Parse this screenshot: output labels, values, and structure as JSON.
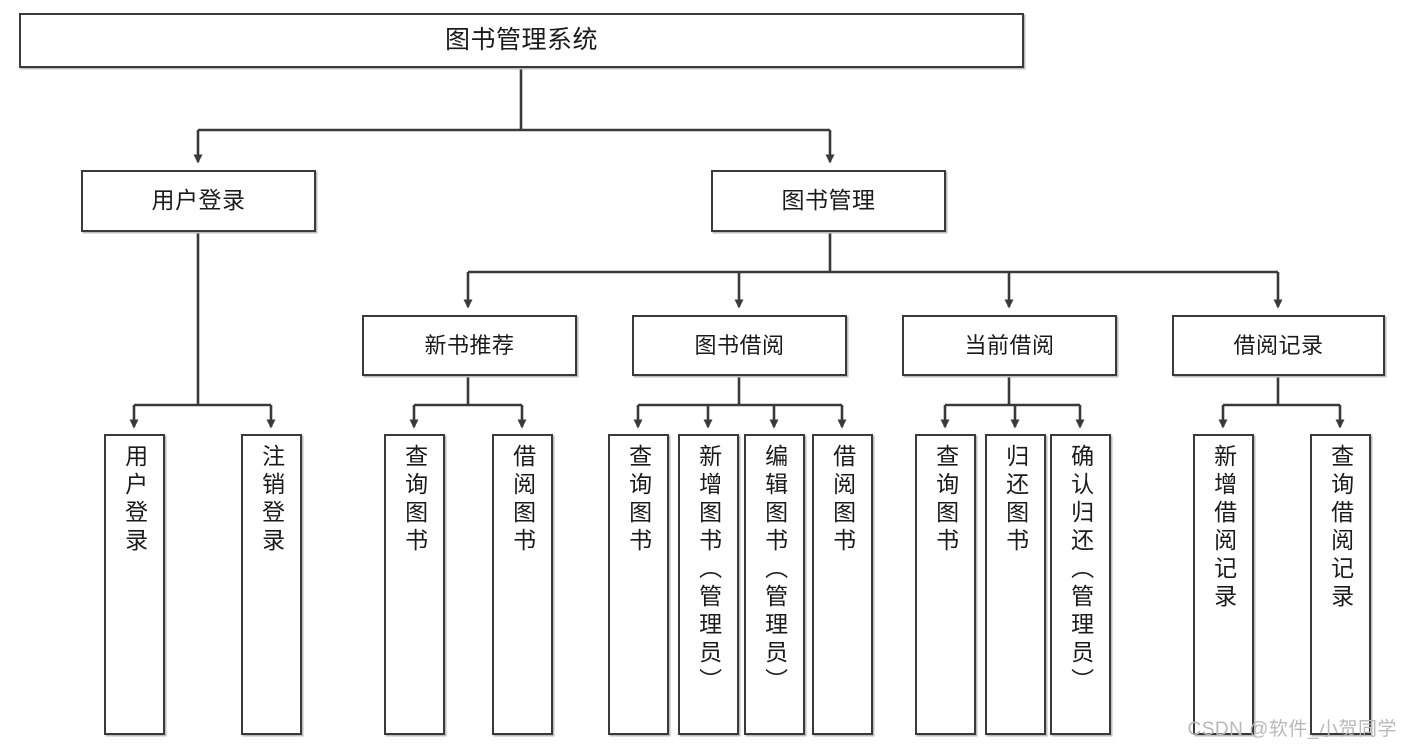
{
  "diagram": {
    "title": "图书管理系统",
    "type": "tree",
    "root": {
      "label": "图书管理系统"
    },
    "level2": [
      {
        "label": "用户登录"
      },
      {
        "label": "图书管理"
      }
    ],
    "level3": [
      {
        "label": "新书推荐"
      },
      {
        "label": "图书借阅"
      },
      {
        "label": "当前借阅"
      },
      {
        "label": "借阅记录"
      }
    ],
    "leaves": {
      "user_login": [
        {
          "label": "用户登录"
        },
        {
          "label": "注销登录"
        }
      ],
      "new_book_recommend": [
        {
          "label": "查询图书"
        },
        {
          "label": "借阅图书"
        }
      ],
      "book_borrow": [
        {
          "label": "查询图书"
        },
        {
          "label": "新增图书（管理员）"
        },
        {
          "label": "编辑图书（管理员）"
        },
        {
          "label": "借阅图书"
        }
      ],
      "current_borrow": [
        {
          "label": "查询图书"
        },
        {
          "label": "归还图书"
        },
        {
          "label": "确认归还（管理员）"
        }
      ],
      "borrow_record": [
        {
          "label": "新增借阅记录"
        },
        {
          "label": "查询借阅记录"
        }
      ]
    }
  },
  "watermark": {
    "text": "CSDN @软件_小贺同学"
  },
  "colors": {
    "border": "#3a3a3a",
    "background": "#ffffff",
    "text": "#1b1b1b",
    "watermark": "#b9b9b9"
  }
}
